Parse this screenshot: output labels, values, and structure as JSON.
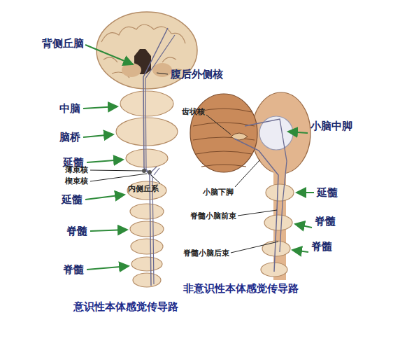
{
  "diagram": {
    "labels": [
      "背侧丘脑",
      "腹后外侧核",
      "中脑",
      "脑桥",
      "延髓",
      "薄束核",
      "楔束核",
      "内侧丘系",
      "延髓",
      "脊髓",
      "脊髓",
      "齿状核",
      "小脑中脚",
      "小脑下脚",
      "延髓",
      "脊髓小脑前束",
      "脊髓",
      "脊髓小脑后束",
      "脊髓",
      "非意识性本体感觉传导路",
      "意识性本体感觉传导路"
    ]
  }
}
